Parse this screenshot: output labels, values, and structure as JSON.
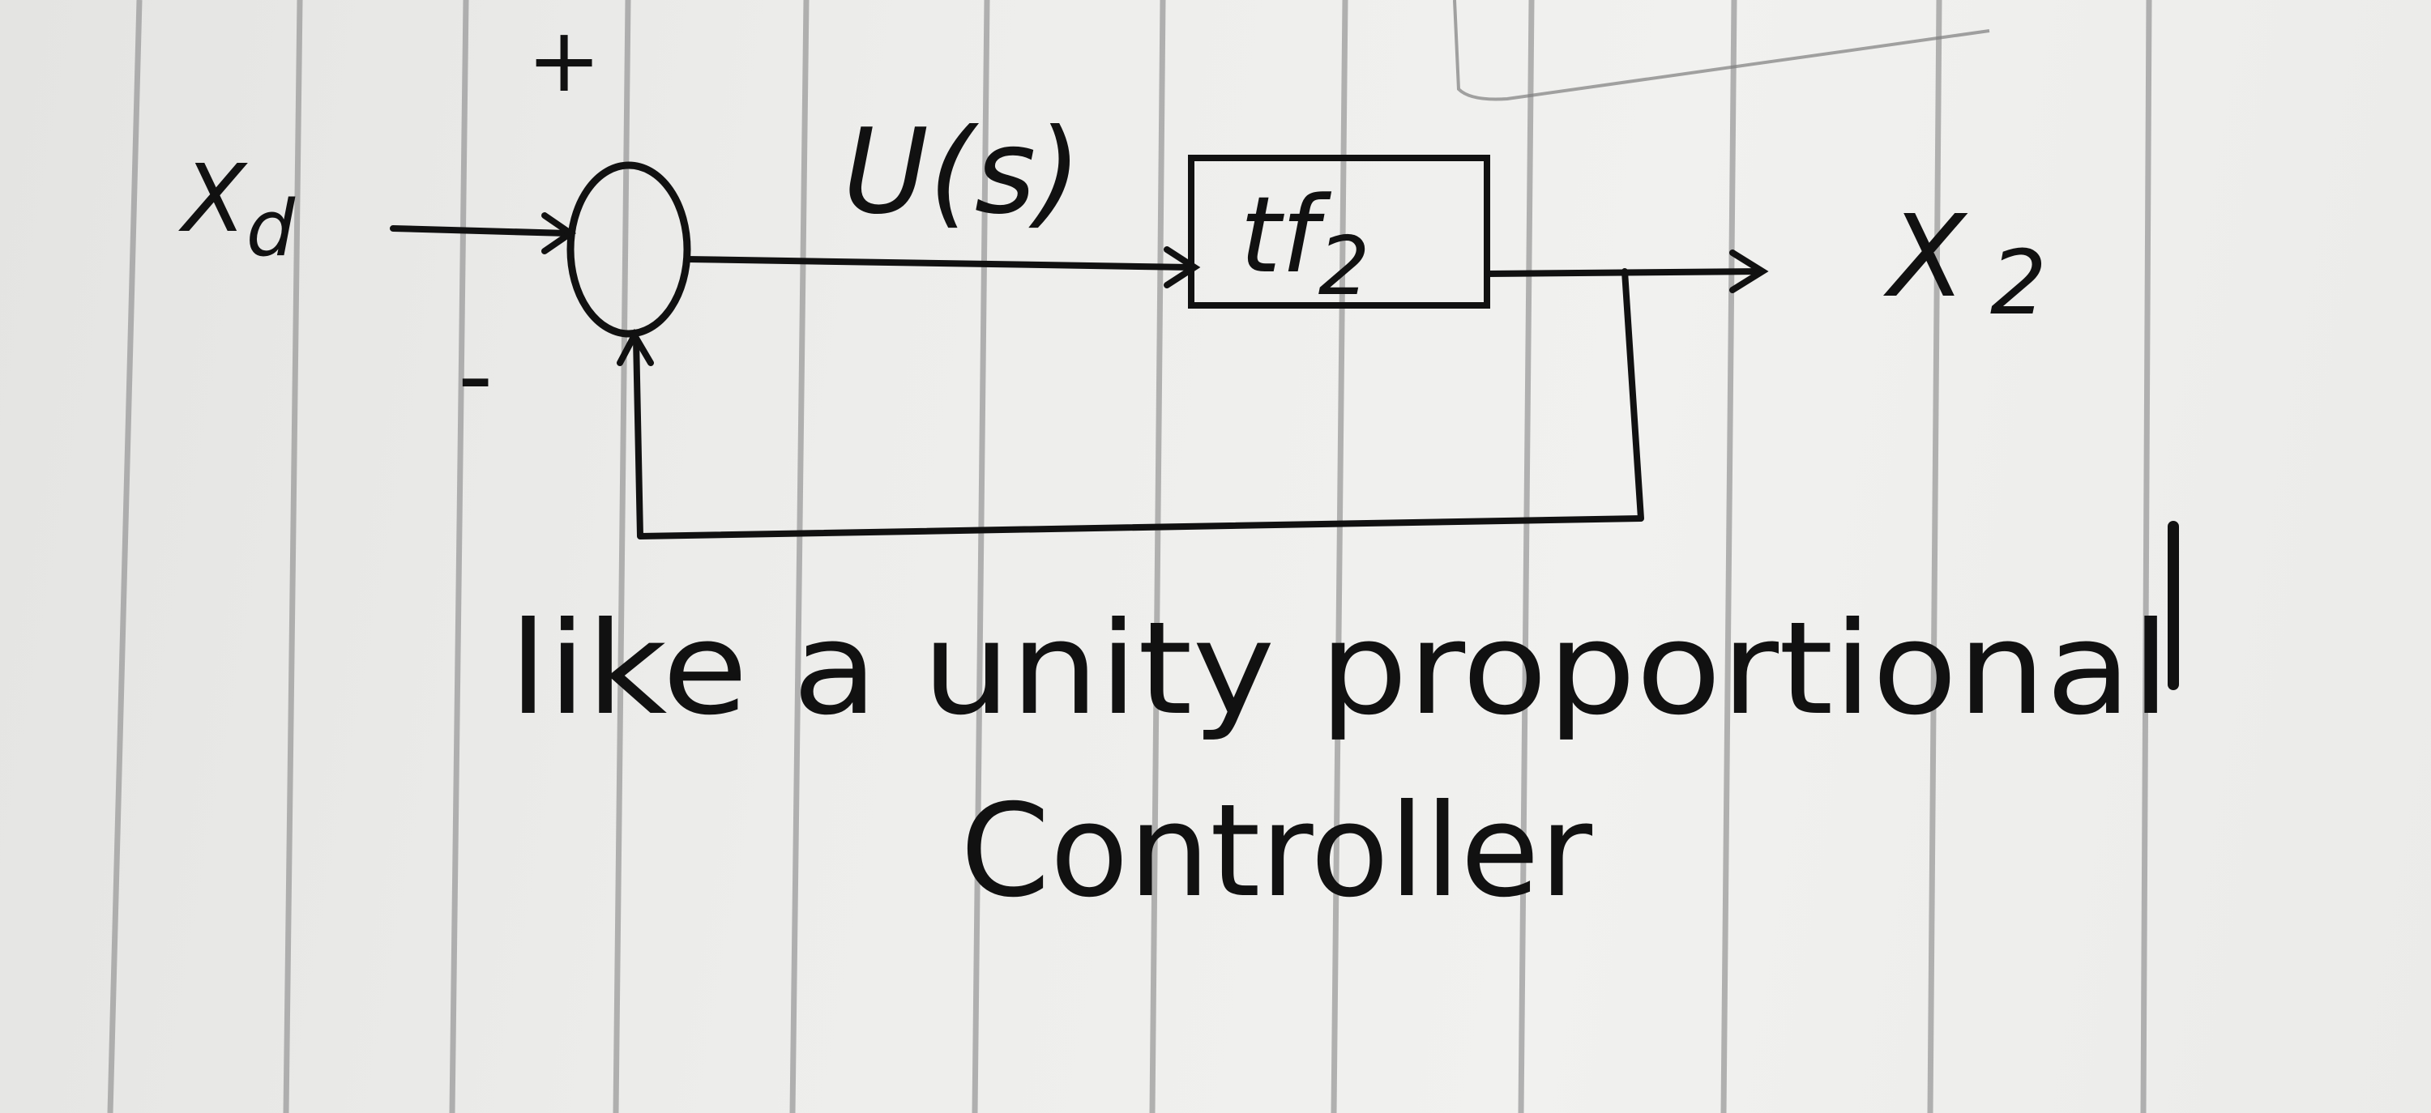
{
  "diagram": {
    "input_label": "X",
    "input_subscript": "d",
    "plus_sign": "+",
    "minus_sign": "-",
    "signal_label": "U(s)",
    "block_label": "tf",
    "block_subscript": "2",
    "output_label": "X",
    "output_subscript": "2"
  },
  "caption": {
    "line1": "like a unity proportional",
    "line2": "Controller"
  },
  "colors": {
    "paper": "#ececea",
    "ruling": "#9b9b9b",
    "ink": "#111111"
  }
}
